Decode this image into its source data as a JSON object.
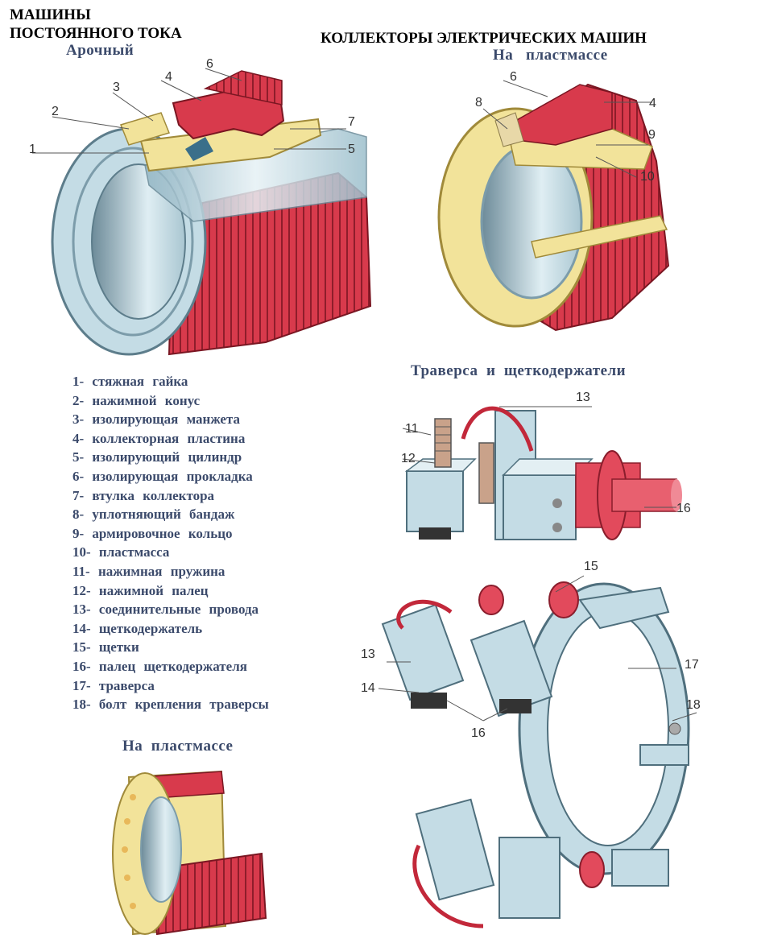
{
  "header": {
    "line1": "МАШИНЫ",
    "line2": "ПОСТОЯННОГО ТОКА",
    "main_title": "КОЛЛЕКТОРЫ ЭЛЕКТРИЧЕСКИХ МАШИН"
  },
  "subtitles": {
    "arched": "Арочный",
    "plastic_top": "На   пластмассе",
    "traverse": "Траверса  и  щеткодержатели",
    "plastic_bottom": "На  пластмассе"
  },
  "legend": [
    "1- стяжная   гайка",
    "2- нажимной   конус",
    "3- изолирующая   манжета",
    "4- коллекторная   пластина",
    "5- изолирующий   цилиндр",
    "6- изолирующая   прокладка",
    "7- втулка   коллектора",
    "8- уплотняющий   бандаж",
    "9- армировочное   кольцо",
    "10- пластмасса",
    "11- нажимная   пружина",
    "12- нажимной   палец",
    "13- соединительные   провода",
    "14- щеткодержатель",
    "15- щетки",
    "16- палец   щеткодержателя",
    "17- траверса",
    "18- болт   крепления   траверсы"
  ],
  "callouts": {
    "arched": [
      "1",
      "2",
      "3",
      "4",
      "5",
      "6",
      "7"
    ],
    "plastic": [
      "4",
      "6",
      "8",
      "9",
      "10"
    ],
    "holder": [
      "11",
      "12",
      "13",
      "16"
    ],
    "traverse": [
      "13",
      "14",
      "15",
      "16",
      "17",
      "18"
    ]
  },
  "colors": {
    "copper_red": "#d83a4c",
    "mica_yellow": "#f2e39a",
    "steel_blue": "#b8d4de",
    "label_text": "#3b4a6b"
  }
}
